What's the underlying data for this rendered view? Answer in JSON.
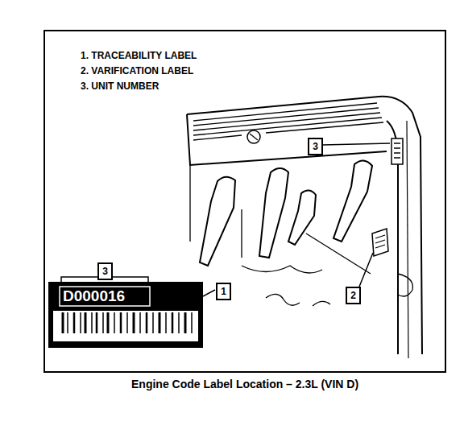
{
  "diagram": {
    "caption": "Engine Code Label Location – 2.3L (VIN D)",
    "nodes": [
      {
        "text": [
          "3"
        ]
      },
      {
        "text": [
          "3"
        ]
      },
      {
        "text": [
          "1"
        ]
      },
      {
        "text": [
          "2"
        ]
      }
    ],
    "labels": [
      "1. TRACEABILITY LABEL",
      "2. VARIFICATION LABEL",
      "3. UNIT NUMBER",
      "D000016"
    ]
  }
}
